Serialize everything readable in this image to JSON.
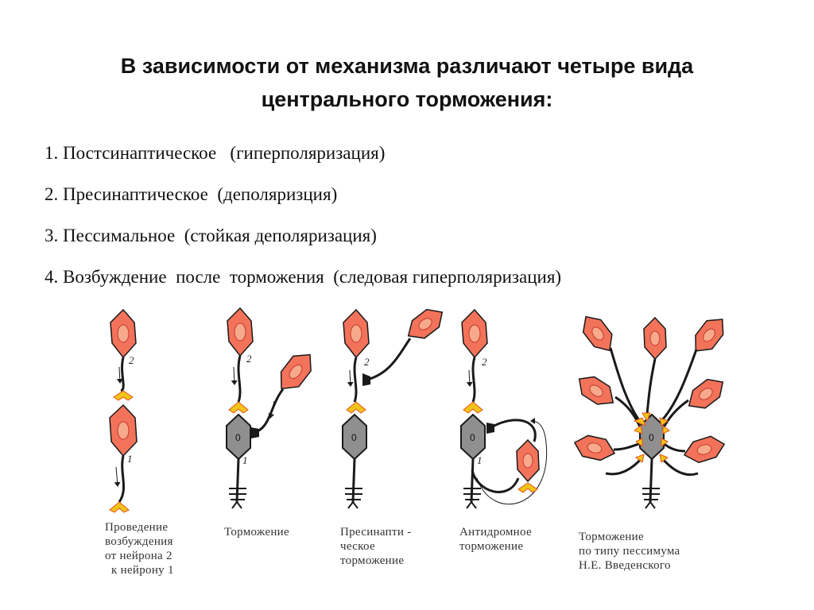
{
  "title": {
    "line1": "В зависимости от механизма различают четыре вида",
    "line2": "центрального торможения:"
  },
  "items": [
    "1. Постсинаптическое   (гиперполяризация)",
    "2. Пресинаптическое  (деполяризция)",
    "3. Пессимальное  (стойкая деполяризация)",
    "4. Возбуждение  после  торможения  (следовая гиперполяризация)"
  ],
  "diagram": {
    "colors": {
      "excit_fill": "#f3735a",
      "excit_core": "#f7a98b",
      "inhib_fill": "#8f8f8f",
      "stroke": "#1a1a1a",
      "terminal_yellow": "#f2c418"
    },
    "labels": {
      "num2": "2",
      "num1": "1",
      "nucleus": "0"
    },
    "captions": {
      "c1": [
        "Проведение",
        "возбуждения",
        "от нейрона 2",
        "к нейрону 1"
      ],
      "c2": [
        "Торможение"
      ],
      "c3": [
        "Пресинапти -",
        "ческое",
        "торможение"
      ],
      "c4": [
        "Антидромное",
        "торможение"
      ],
      "c5": [
        "Торможение",
        "по типу пессимума",
        "Н.Е. Введенского"
      ]
    }
  }
}
